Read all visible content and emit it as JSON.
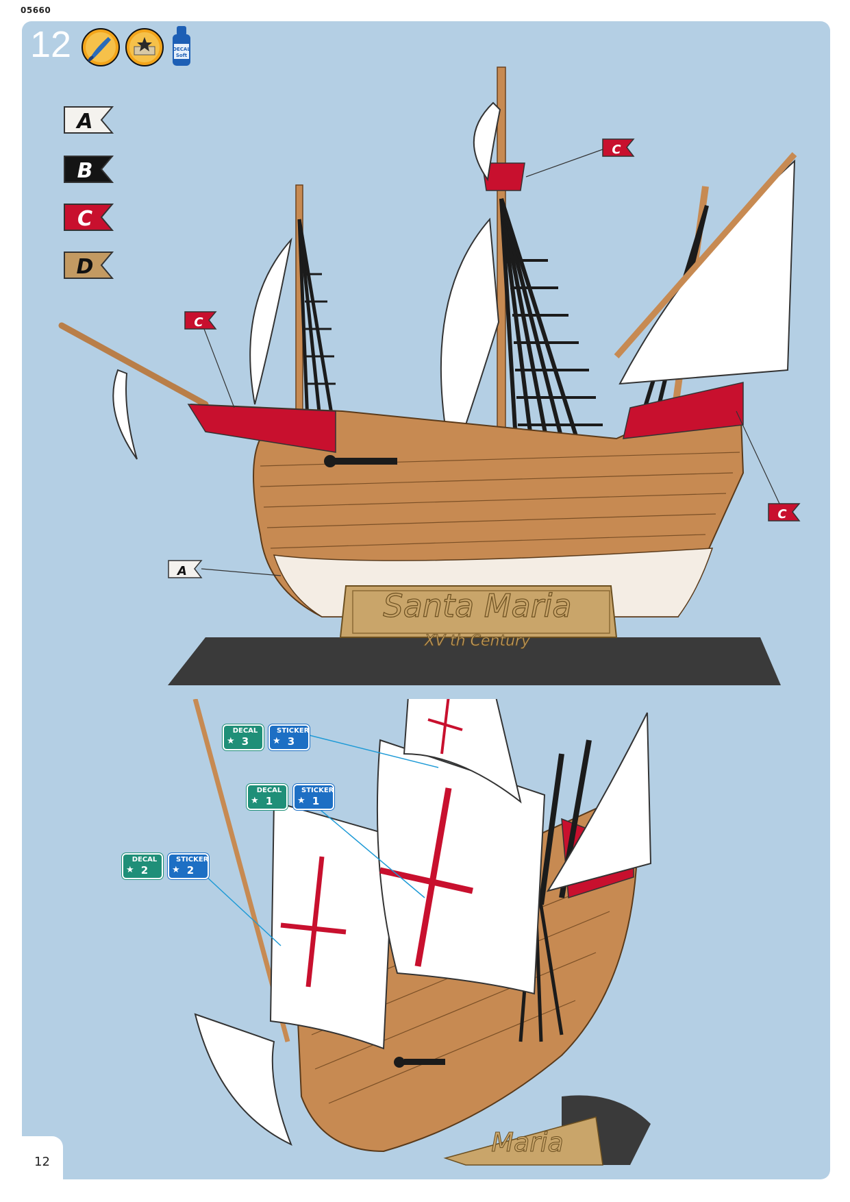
{
  "header": {
    "product_code": "05660"
  },
  "step": {
    "number": "12"
  },
  "legend": [
    {
      "letter": "A",
      "color": "#f4f2ee",
      "text_color": "#111111"
    },
    {
      "letter": "B",
      "color": "#141414",
      "text_color": "#ffffff"
    },
    {
      "letter": "C",
      "color": "#c8102e",
      "text_color": "#ffffff"
    },
    {
      "letter": "D",
      "color": "#c39a62",
      "text_color": "#111111"
    }
  ],
  "callouts": {
    "flag_c": "C",
    "flag_a": "A"
  },
  "plaque": {
    "title": "Santa Maria",
    "subtitle": "XV th Century"
  },
  "stern_plaque": {
    "title": "Maria"
  },
  "badges": [
    {
      "decal_label": "DECAL",
      "decal_number": "3",
      "sticker_label": "STICKER",
      "sticker_number": "3"
    },
    {
      "decal_label": "DECAL",
      "decal_number": "1",
      "sticker_label": "STICKER",
      "sticker_number": "1"
    },
    {
      "decal_label": "DECAL",
      "decal_number": "2",
      "sticker_label": "STICKER",
      "sticker_number": "2"
    }
  ],
  "icons": {
    "brush": "paint-brush-icon",
    "decal_apply": "decal-apply-icon",
    "decal_soft": "decal-soft-bottle-icon",
    "bottle_label_1": "DECAL",
    "bottle_label_2": "Soft"
  },
  "footer": {
    "page_number": "12"
  },
  "colors": {
    "background_panel": "#b4cfe4",
    "hull_wood": "#c78a52",
    "red": "#c8102e",
    "black": "#1b1b1b",
    "sail": "#ffffff",
    "gold_plaque": "#c9a56a",
    "stand": "#3a3a3a"
  }
}
